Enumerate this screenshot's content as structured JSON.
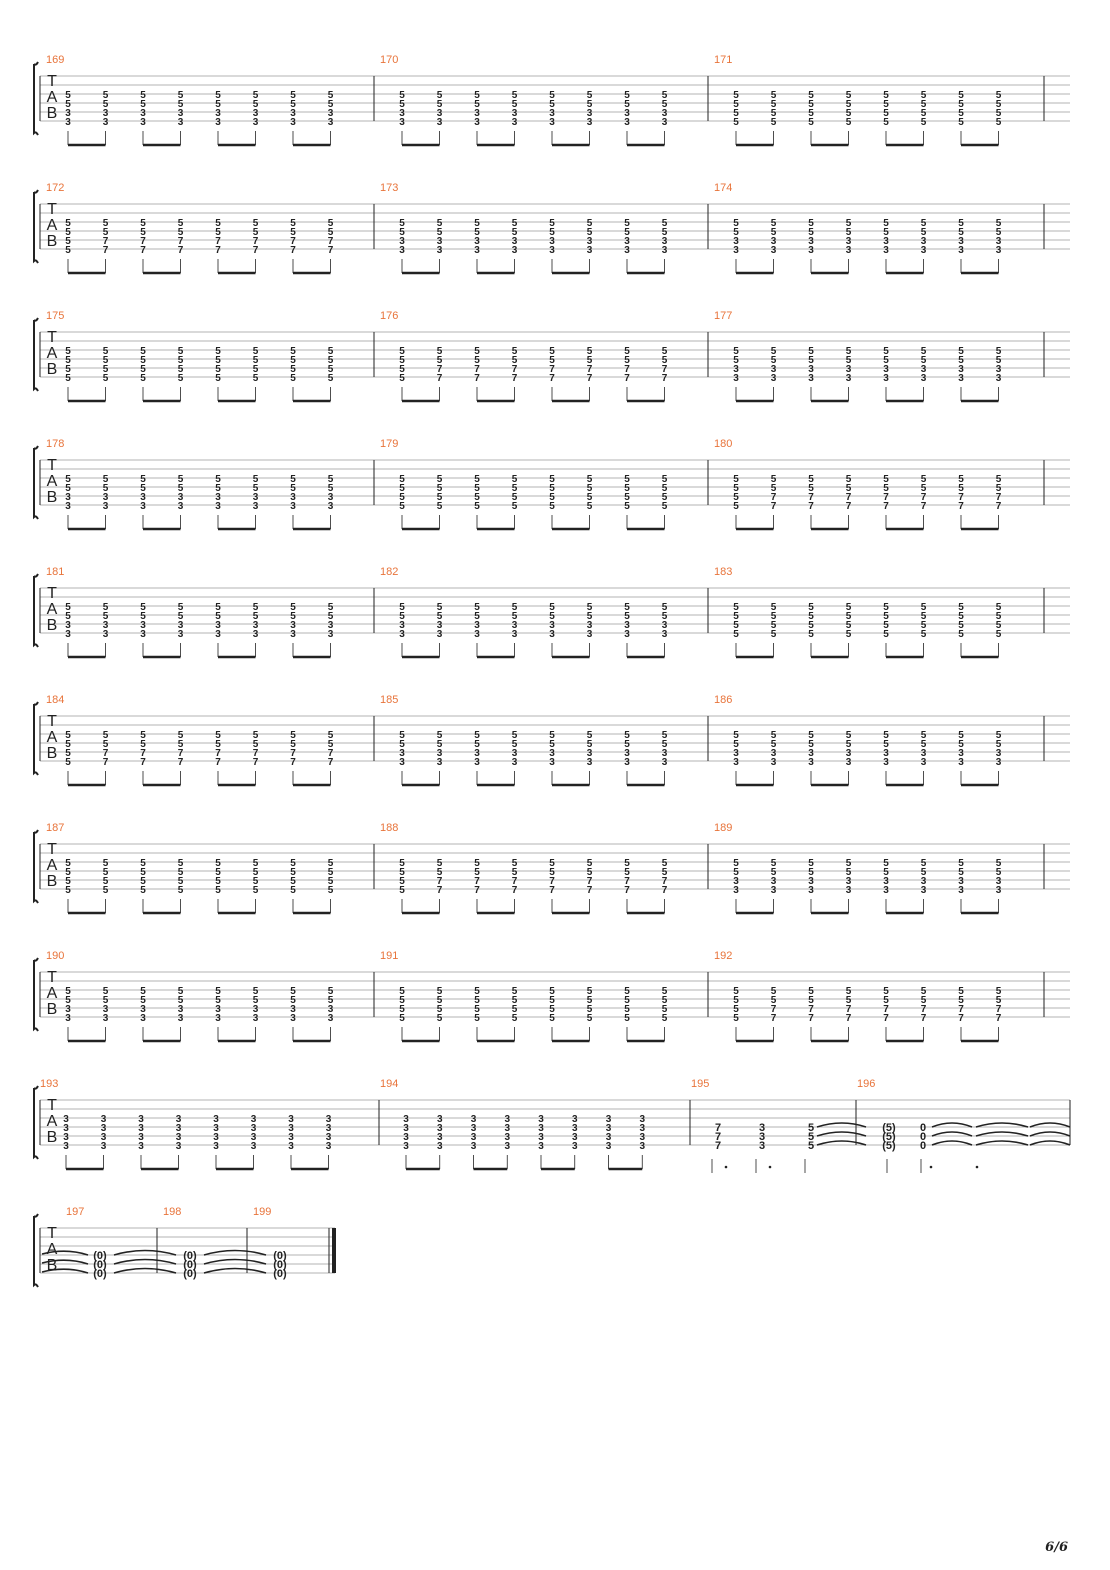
{
  "page": {
    "page_number": "6/6"
  },
  "tab_clef": [
    "T",
    "A",
    "B"
  ],
  "measures": [
    {
      "number": "169",
      "notes": [
        "5",
        "5",
        "5",
        "5",
        "5",
        "5",
        "5",
        "5",
        "5",
        "5",
        "5",
        "5",
        "5",
        "5",
        "5",
        "5"
      ],
      "mid": "3",
      "low": "3"
    },
    {
      "number": "170",
      "mid": "3",
      "low": "3"
    },
    {
      "number": "171",
      "mid": "5",
      "low": "5"
    },
    {
      "number": "172",
      "mid": "5,7,7,7,7,7,7,7",
      "low": "5,7,7,7,7,7,7,7"
    },
    {
      "number": "173",
      "mid": "3",
      "low": "3"
    },
    {
      "number": "174",
      "mid": "3",
      "low": "3"
    },
    {
      "number": "175",
      "mid": "5",
      "low": "5"
    },
    {
      "number": "176",
      "mid": "5,7,7,7,7,7,7,7",
      "low": "5,7,7,7,7,7,7,7"
    },
    {
      "number": "177",
      "mid": "3",
      "low": "3"
    },
    {
      "number": "178",
      "mid": "3",
      "low": "3"
    },
    {
      "number": "179",
      "mid": "5",
      "low": "5"
    },
    {
      "number": "180",
      "mid": "5,7,7,7,7,7,7,7",
      "low": "5,7,7,7,7,7,7,7"
    },
    {
      "number": "181",
      "mid": "3",
      "low": "3"
    },
    {
      "number": "182",
      "mid": "3",
      "low": "3"
    },
    {
      "number": "183",
      "mid": "5",
      "low": "5"
    },
    {
      "number": "184",
      "mid": "5,7,7,7,7,7,7,7",
      "low": "5,7,7,7,7,7,7,7"
    },
    {
      "number": "185",
      "mid": "3",
      "low": "3"
    },
    {
      "number": "186",
      "mid": "3",
      "low": "3"
    },
    {
      "number": "187",
      "mid": "5",
      "low": "5"
    },
    {
      "number": "188",
      "mid": "5,7,7,7,7,7,7,7",
      "low": "5,7,7,7,7,7,7,7"
    },
    {
      "number": "189",
      "mid": "3",
      "low": "3"
    },
    {
      "number": "190",
      "mid": "3",
      "low": "3"
    },
    {
      "number": "191",
      "mid": "5",
      "low": "5"
    },
    {
      "number": "192",
      "mid": "5,7,7,7,7,7,7,7",
      "low": "5,7,7,7,7,7,7,7"
    },
    {
      "number": "193",
      "mid": "3",
      "low": "3"
    },
    {
      "number": "194",
      "mid": "3",
      "low": "3"
    },
    {
      "number": "195",
      "chords": [
        [
          "7",
          "7",
          "7"
        ],
        [
          "3",
          "3",
          "3"
        ],
        [
          "5",
          "5",
          "5"
        ]
      ]
    },
    {
      "number": "196",
      "chords": [
        [
          "(5)",
          "(5)",
          "(5)"
        ],
        [
          "0",
          "0",
          "0"
        ]
      ]
    },
    {
      "number": "197",
      "chords": [
        [
          "(0)",
          "(0)",
          "(0)"
        ]
      ]
    },
    {
      "number": "198",
      "chords": [
        [
          "(0)",
          "(0)",
          "(0)"
        ]
      ]
    },
    {
      "number": "199",
      "chords": [
        [
          "(0)",
          "(0)",
          "(0)"
        ]
      ]
    }
  ],
  "colors": {
    "measure_number": "#e8743b",
    "ink": "#222222",
    "staff_line": "#9a9a9a"
  }
}
